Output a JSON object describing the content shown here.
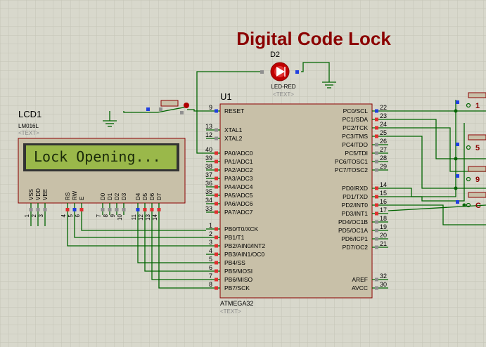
{
  "title": "Digital Code Lock",
  "led": {
    "ref": "D2",
    "type": "LED-RED",
    "text": "<TEXT>"
  },
  "mcu": {
    "ref": "U1",
    "type": "ATMEGA32",
    "text": "<TEXT>",
    "left_pins": [
      {
        "num": "9",
        "name": "RESET"
      },
      {
        "num": "13",
        "name": "XTAL1"
      },
      {
        "num": "12",
        "name": "XTAL2"
      },
      {
        "num": "40",
        "name": "PA0/ADC0"
      },
      {
        "num": "39",
        "name": "PA1/ADC1"
      },
      {
        "num": "38",
        "name": "PA2/ADC2"
      },
      {
        "num": "37",
        "name": "PA3/ADC3"
      },
      {
        "num": "36",
        "name": "PA4/ADC4"
      },
      {
        "num": "35",
        "name": "PA5/ADC5"
      },
      {
        "num": "34",
        "name": "PA6/ADC6"
      },
      {
        "num": "33",
        "name": "PA7/ADC7"
      },
      {
        "num": "1",
        "name": "PB0/T0/XCK"
      },
      {
        "num": "2",
        "name": "PB1/T1"
      },
      {
        "num": "3",
        "name": "PB2/AIN0/INT2"
      },
      {
        "num": "4",
        "name": "PB3/AIN1/OC0"
      },
      {
        "num": "5",
        "name": "PB4/SS"
      },
      {
        "num": "6",
        "name": "PB5/MOSI"
      },
      {
        "num": "7",
        "name": "PB6/MISO"
      },
      {
        "num": "8",
        "name": "PB7/SCK"
      }
    ],
    "right_pins": [
      {
        "num": "22",
        "name": "PC0/SCL"
      },
      {
        "num": "23",
        "name": "PC1/SDA"
      },
      {
        "num": "24",
        "name": "PC2/TCK"
      },
      {
        "num": "25",
        "name": "PC3/TMS"
      },
      {
        "num": "26",
        "name": "PC4/TDO"
      },
      {
        "num": "27",
        "name": "PC5/TDI"
      },
      {
        "num": "28",
        "name": "PC6/TOSC1"
      },
      {
        "num": "29",
        "name": "PC7/TOSC2"
      },
      {
        "num": "14",
        "name": "PD0/RXD"
      },
      {
        "num": "15",
        "name": "PD1/TXD"
      },
      {
        "num": "16",
        "name": "PD2/INT0"
      },
      {
        "num": "17",
        "name": "PD3/INT1"
      },
      {
        "num": "18",
        "name": "PD4/OC1B"
      },
      {
        "num": "19",
        "name": "PD5/OC1A"
      },
      {
        "num": "20",
        "name": "PD6/ICP1"
      },
      {
        "num": "21",
        "name": "PD7/OC2"
      },
      {
        "num": "32",
        "name": "AREF"
      },
      {
        "num": "30",
        "name": "AVCC"
      }
    ]
  },
  "lcd": {
    "ref": "LCD1",
    "type": "LM016L",
    "text": "<TEXT>",
    "display": "Lock Opening...",
    "pin_names": [
      "VSS",
      "VDD",
      "VEE",
      "RS",
      "RW",
      "E",
      "D0",
      "D1",
      "D2",
      "D3",
      "D4",
      "D5",
      "D6",
      "D7"
    ],
    "pin_nums": [
      "1",
      "2",
      "3",
      "4",
      "5",
      "6",
      "7",
      "8",
      "9",
      "10",
      "11",
      "12",
      "13",
      "14"
    ]
  },
  "keypad_keys": [
    "1",
    "5",
    "9",
    "C"
  ],
  "colors": {
    "background": "#d8d8cc",
    "grid": "#c4c4b6",
    "wire": "#006400",
    "component_fill": "#c8c0a8",
    "component_border": "#8b0000",
    "title": "#8b0000",
    "lcd_screen": "#9ab84a",
    "pin_red": "#e03030",
    "pin_blue": "#2040e0",
    "pin_gray": "#909090"
  }
}
